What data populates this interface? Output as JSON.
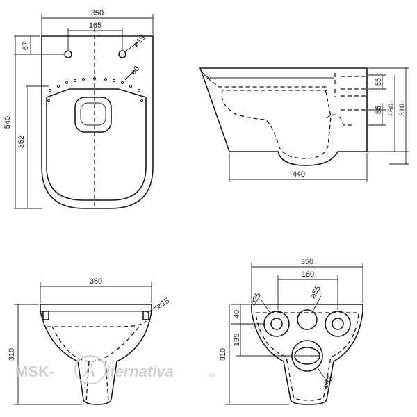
{
  "views": {
    "top": {
      "dims": {
        "total_width": "350",
        "hole_spacing": "165",
        "fix_hole_dia": "⌀15",
        "small_hole_dia": "⌀6",
        "hole_offset": "67",
        "total_length": "540",
        "bowl_length": "352"
      }
    },
    "side": {
      "dims": {
        "depth": "440",
        "d55": "55",
        "d85": "85",
        "d260": "260",
        "d310": "310"
      }
    },
    "front": {
      "dims": {
        "width": "360",
        "hole_dia": "⌀15",
        "height": "310"
      }
    },
    "back": {
      "dims": {
        "width": "350",
        "hole_spacing": "180",
        "hole_dia_small": "⌀25",
        "hole_dia_mid": "⌀55",
        "outlet_dia": "⌀85",
        "d40": "40",
        "d135": "135",
        "height": "310"
      }
    }
  },
  "watermark": {
    "prefix": "MSK-",
    "logo_letter": "A",
    "suffix": "lternativa",
    "domain": ".ru"
  }
}
